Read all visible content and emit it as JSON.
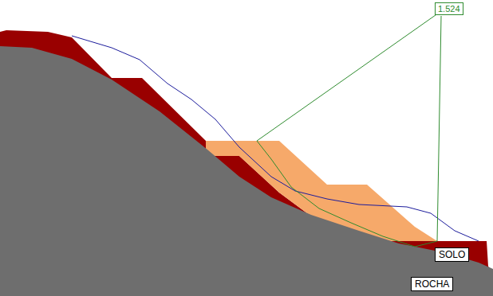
{
  "diagram": {
    "nodes": [
      {
        "text": [
          "1.524"
        ]
      },
      {
        "text": [
          "SOLO"
        ]
      },
      {
        "text": [
          "ROCHA"
        ]
      }
    ]
  }
}
